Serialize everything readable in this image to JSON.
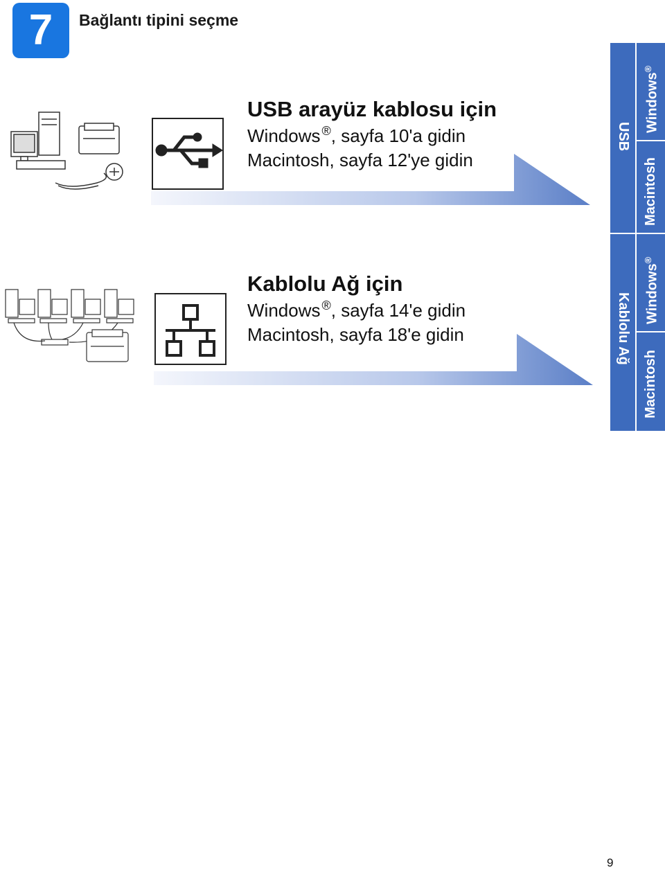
{
  "header": {
    "step_number": "7",
    "title": "Bağlantı tipini seçme"
  },
  "usb": {
    "heading": "USB arayüz kablosu için",
    "windows_label": "Windows",
    "windows_suffix": ", sayfa 10'a gidin",
    "mac_line": "Macintosh, sayfa 12'ye gidin"
  },
  "network": {
    "heading": "Kablolu Ağ için",
    "windows_label": "Windows",
    "windows_suffix": ", sayfa 14'e gidin",
    "mac_line": "Macintosh, sayfa 18'e gidin"
  },
  "side_tabs": {
    "usb": "USB",
    "network": "Kablolu Ağ",
    "windows": "Windows",
    "macintosh": "Macintosh",
    "registered": "®"
  },
  "page_number": "9",
  "colors": {
    "accent": "#1976e0",
    "tab": "#3d6bbd",
    "band_start": "#e8ecf7",
    "band_end": "#6f8fd0"
  }
}
